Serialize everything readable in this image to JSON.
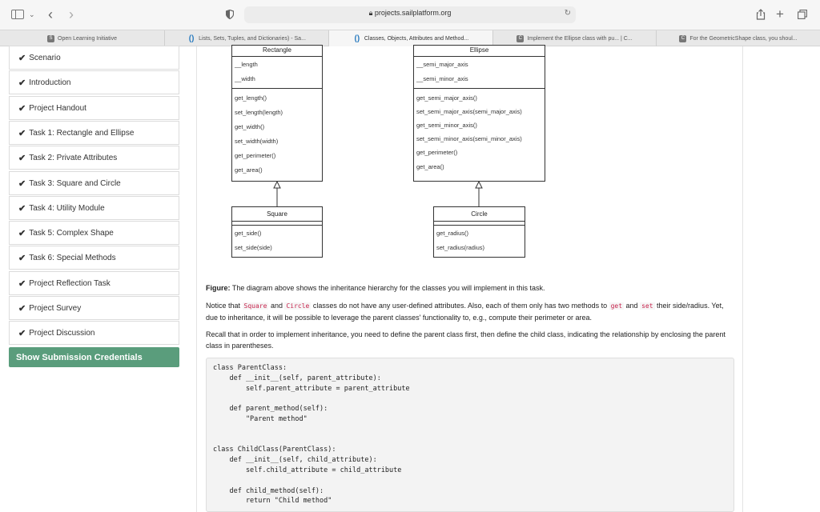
{
  "browser": {
    "url": "projects.sailplatform.org",
    "tabs": [
      {
        "icon": "S",
        "label": "Open Learning Initiative"
      },
      {
        "icon": "()",
        "label": "Lists, Sets, Tuples, and Dictionaries) - Sa..."
      },
      {
        "icon": "()",
        "label": "Classes, Objects, Attributes and Method..."
      },
      {
        "icon": "C",
        "label": "Implement the Ellipse class with pu... | C..."
      },
      {
        "icon": "C",
        "label": "For the GeometricShape class, you shoul..."
      }
    ]
  },
  "sidebar": {
    "items": [
      {
        "label": "Scenario"
      },
      {
        "label": "Introduction"
      },
      {
        "label": "Project Handout"
      },
      {
        "label": "Task 1: Rectangle and Ellipse"
      },
      {
        "label": "Task 2: Private Attributes"
      },
      {
        "label": "Task 3: Square and Circle"
      },
      {
        "label": "Task 4: Utility Module"
      },
      {
        "label": "Task 5: Complex Shape"
      },
      {
        "label": "Task 6: Special Methods"
      },
      {
        "label": "Project Reflection Task"
      },
      {
        "label": "Project Survey"
      },
      {
        "label": "Project Discussion"
      }
    ],
    "credentials_button": "Show Submission Credentials"
  },
  "diagram": {
    "rectangle": {
      "title": "Rectangle",
      "attributes": [
        "__length",
        "__width"
      ],
      "methods": [
        "get_length()",
        "set_length(length)",
        "get_width()",
        "set_width(width)",
        "get_perimeter()",
        "get_area()"
      ]
    },
    "ellipse": {
      "title": "Ellipse",
      "attributes": [
        "__semi_major_axis",
        "__semi_minor_axis"
      ],
      "methods": [
        "get_semi_major_axis()",
        "set_semi_major_axis(semi_major_axis)",
        "get_semi_minor_axis()",
        "set_semi_minor_axis(semi_minor_axis)",
        "get_perimeter()",
        "get_area()"
      ]
    },
    "square": {
      "title": "Square",
      "methods": [
        "get_side()",
        "set_side(side)"
      ]
    },
    "circle": {
      "title": "Circle",
      "methods": [
        "get_radius()",
        "set_radius(radius)"
      ]
    }
  },
  "content": {
    "figure_label": "Figure:",
    "figure_caption": "The diagram above shows the inheritance hierarchy for the classes you will implement in this task.",
    "p1": {
      "t1": "Notice that ",
      "c1": "Square",
      "t2": " and ",
      "c2": "Circle",
      "t3": " classes do not have any user-defined attributes. Also, each of them only has two methods to ",
      "c3": "get",
      "t4": " and ",
      "c4": "set",
      "t5": " their side/radius. Yet, due to inheritance, it will be possible to leverage the parent classes' functionality to, e.g., compute their perimeter or area."
    },
    "p2": "Recall that in order to implement inheritance, you need to define the parent class first, then define the child class, indicating the relationship by enclosing the parent class in parentheses.",
    "code": [
      "class ParentClass:",
      "    def __init__(self, parent_attribute):",
      "        self.parent_attribute = parent_attribute",
      "",
      "    def parent_method(self):",
      "        \"Parent method\"",
      "",
      "",
      "class ChildClass(ParentClass):",
      "    def __init__(self, child_attribute):",
      "        self.child_attribute = child_attribute",
      "",
      "    def child_method(self):",
      "        return \"Child method\""
    ]
  }
}
